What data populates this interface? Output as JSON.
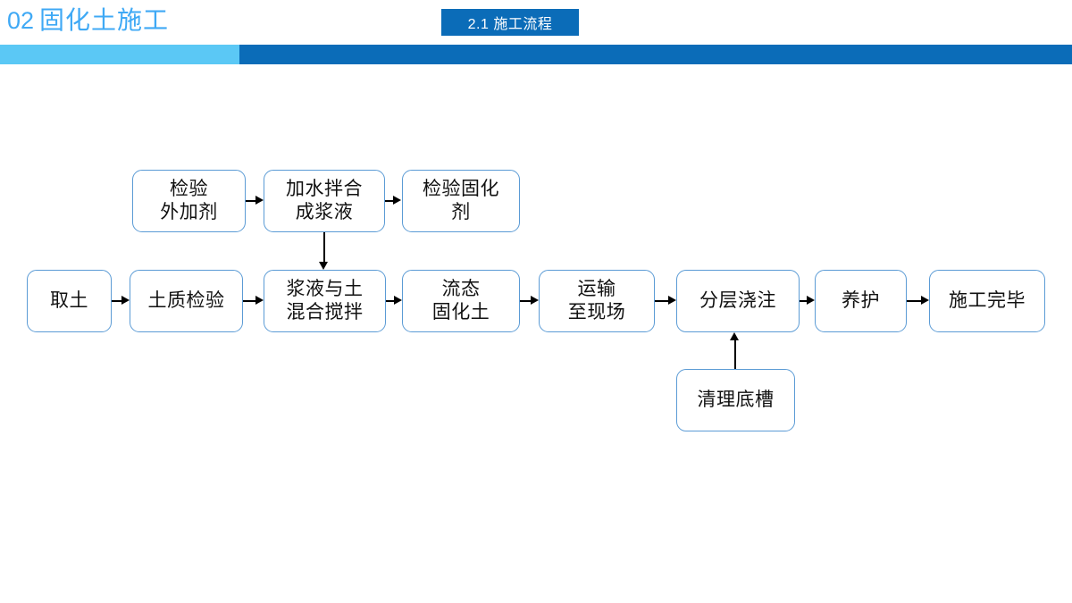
{
  "header": {
    "section_number": "02",
    "section_title": "固化土施工",
    "badge_label": "2.1  施工流程",
    "accent_light": "#5BC8F5",
    "accent_dark": "#0B6CB8",
    "title_color": "#3FA9F5"
  },
  "diagram": {
    "box_border_color": "#5B9BD5",
    "box_fill_color": "#FFFFFF",
    "connector_color": "#000000",
    "top_row": [
      {
        "id": "inspect-admixture",
        "lines": [
          "检验",
          "外加剂"
        ]
      },
      {
        "id": "add-water-mix-slurry",
        "lines": [
          "加水拌合",
          "成浆液"
        ]
      },
      {
        "id": "inspect-solidifier",
        "lines": [
          "检验固化",
          "剂"
        ]
      }
    ],
    "main_row": [
      {
        "id": "take-soil",
        "lines": [
          "取土"
        ]
      },
      {
        "id": "soil-quality-test",
        "lines": [
          "土质检验"
        ]
      },
      {
        "id": "slurry-soil-mixing",
        "lines": [
          "浆液与土",
          "混合搅拌"
        ]
      },
      {
        "id": "flowable-solidified-soil",
        "lines": [
          "流态",
          "固化土"
        ]
      },
      {
        "id": "transport-to-site",
        "lines": [
          "运输",
          "至现场"
        ]
      },
      {
        "id": "layered-pouring",
        "lines": [
          "分层浇注"
        ]
      },
      {
        "id": "curing",
        "lines": [
          "养护"
        ]
      },
      {
        "id": "construction-complete",
        "lines": [
          "施工完毕"
        ]
      }
    ],
    "bottom_row": [
      {
        "id": "clean-bottom-trough",
        "lines": [
          "清理底槽"
        ]
      }
    ]
  }
}
